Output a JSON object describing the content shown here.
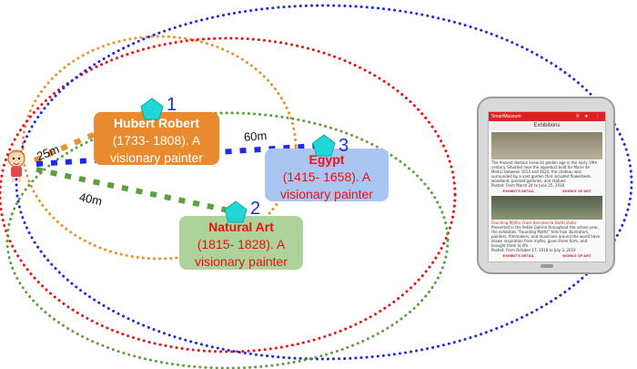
{
  "colors": {
    "orange": "#e8902f",
    "blue": "#1f2be0",
    "green": "#5e9e3f",
    "red": "#ee1111",
    "marker": "#20d6d6",
    "box_orange": "#e88a2d",
    "box_blue": "#a9c6f2",
    "box_green": "#acd39a"
  },
  "pois": [
    {
      "number": "1",
      "title": "Hubert Robert",
      "dates": "(1733- 1808). A",
      "desc": "visionary painter"
    },
    {
      "number": "2",
      "title": "Natural Art",
      "dates": "(1815- 1828). A",
      "desc": "visionary painter"
    },
    {
      "number": "3",
      "title": "Egypt",
      "dates": "(1415- 1658). A",
      "desc": "visionary painter"
    }
  ],
  "distances": {
    "d1": "25m",
    "d2": "40m",
    "d3": "60m"
  },
  "phone": {
    "app_name": "SmartMuseum",
    "header": "Exhibitions",
    "item1_text": "The Ancient domain knew its golden age in the early 19th century. Situated near the aqueduct built for Marie de Medici between 1614 and 1624, the chateau was surrounded by a vast garden that included flowerbeds, woodland, painted galleries, and statues.",
    "item1_date": "Posted: From March 24 to June 25, 2018",
    "exhibit_detail": "EXHIBIT'S DETAIL",
    "works_of_art": "WORKS OF ART",
    "item2_caption": "Founding Myths: From Hercules to Darth Vader",
    "item2_text": "Presented in the Petite Galerie throughout the school year, the exhibition \"Founding Myths\" tells how illustrators, painters, filmmakers, and musicians around the world have drawn inspiration from myths, given them form, and brought them to life.",
    "item2_date": "Posted: From October 17, 2018 to July 3, 2019"
  }
}
